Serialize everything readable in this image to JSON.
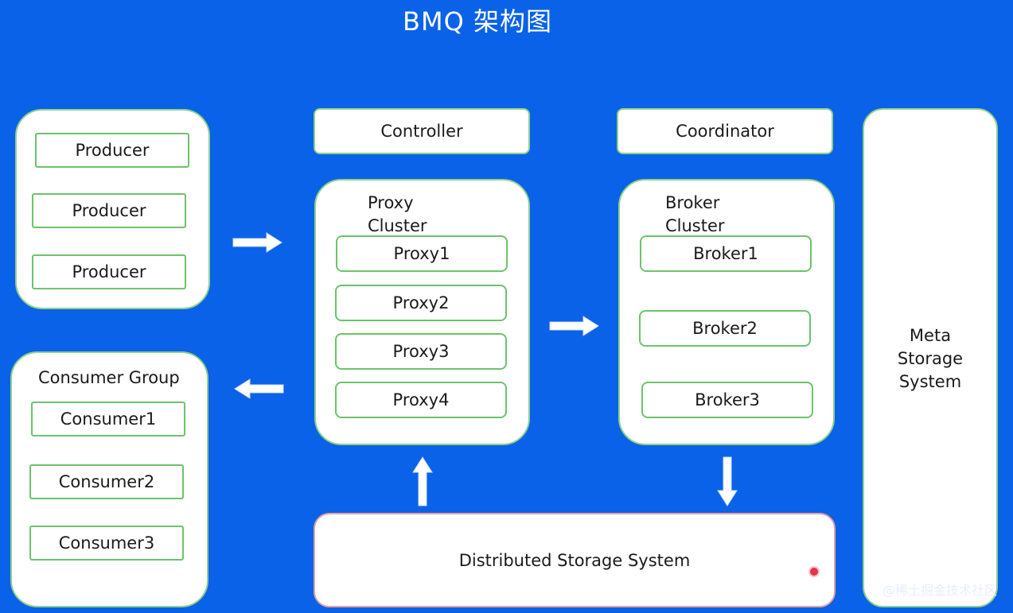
{
  "title": "BMQ 架构图",
  "producers": {
    "items": [
      "Producer",
      "Producer",
      "Producer"
    ]
  },
  "consumers": {
    "group_label": "Consumer Group",
    "items": [
      "Consumer1",
      "Consumer2",
      "Consumer3"
    ]
  },
  "controller": "Controller",
  "coordinator": "Coordinator",
  "proxy_cluster": {
    "label": "Proxy\nCluster",
    "items": [
      "Proxy1",
      "Proxy2",
      "Proxy3",
      "Proxy4"
    ]
  },
  "broker_cluster": {
    "label": "Broker\nCluster",
    "items": [
      "Broker1",
      "Broker2",
      "Broker3"
    ]
  },
  "meta_storage": "Meta\nStorage\nSystem",
  "distributed_storage": "Distributed Storage System",
  "watermark": "@稀土掘金技术社区"
}
